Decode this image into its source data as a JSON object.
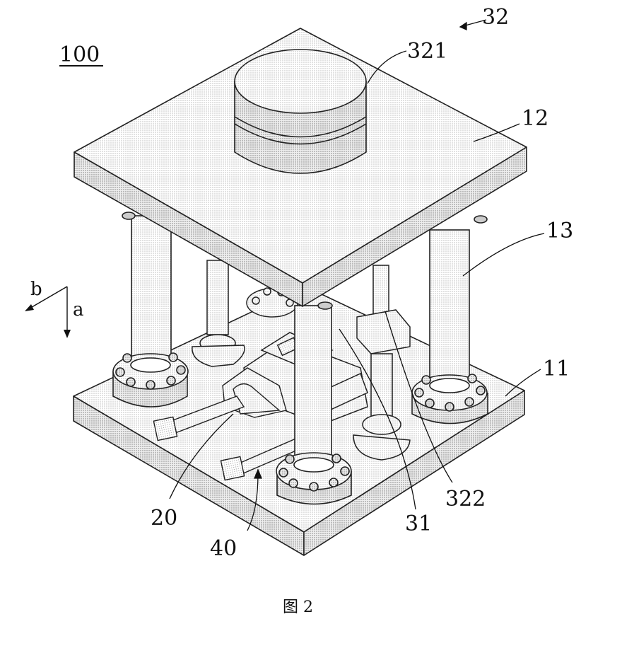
{
  "figure": {
    "assembly_ref": "100",
    "caption": "图 2"
  },
  "labels": {
    "top_plate": "12",
    "bottom_plate": "11",
    "guide_column": "13",
    "drive_group": "32",
    "cylinder": "321",
    "rod": "322",
    "slider": "31",
    "tool": "20",
    "rail": "40"
  },
  "directions": {
    "a": "a",
    "b": "b"
  }
}
